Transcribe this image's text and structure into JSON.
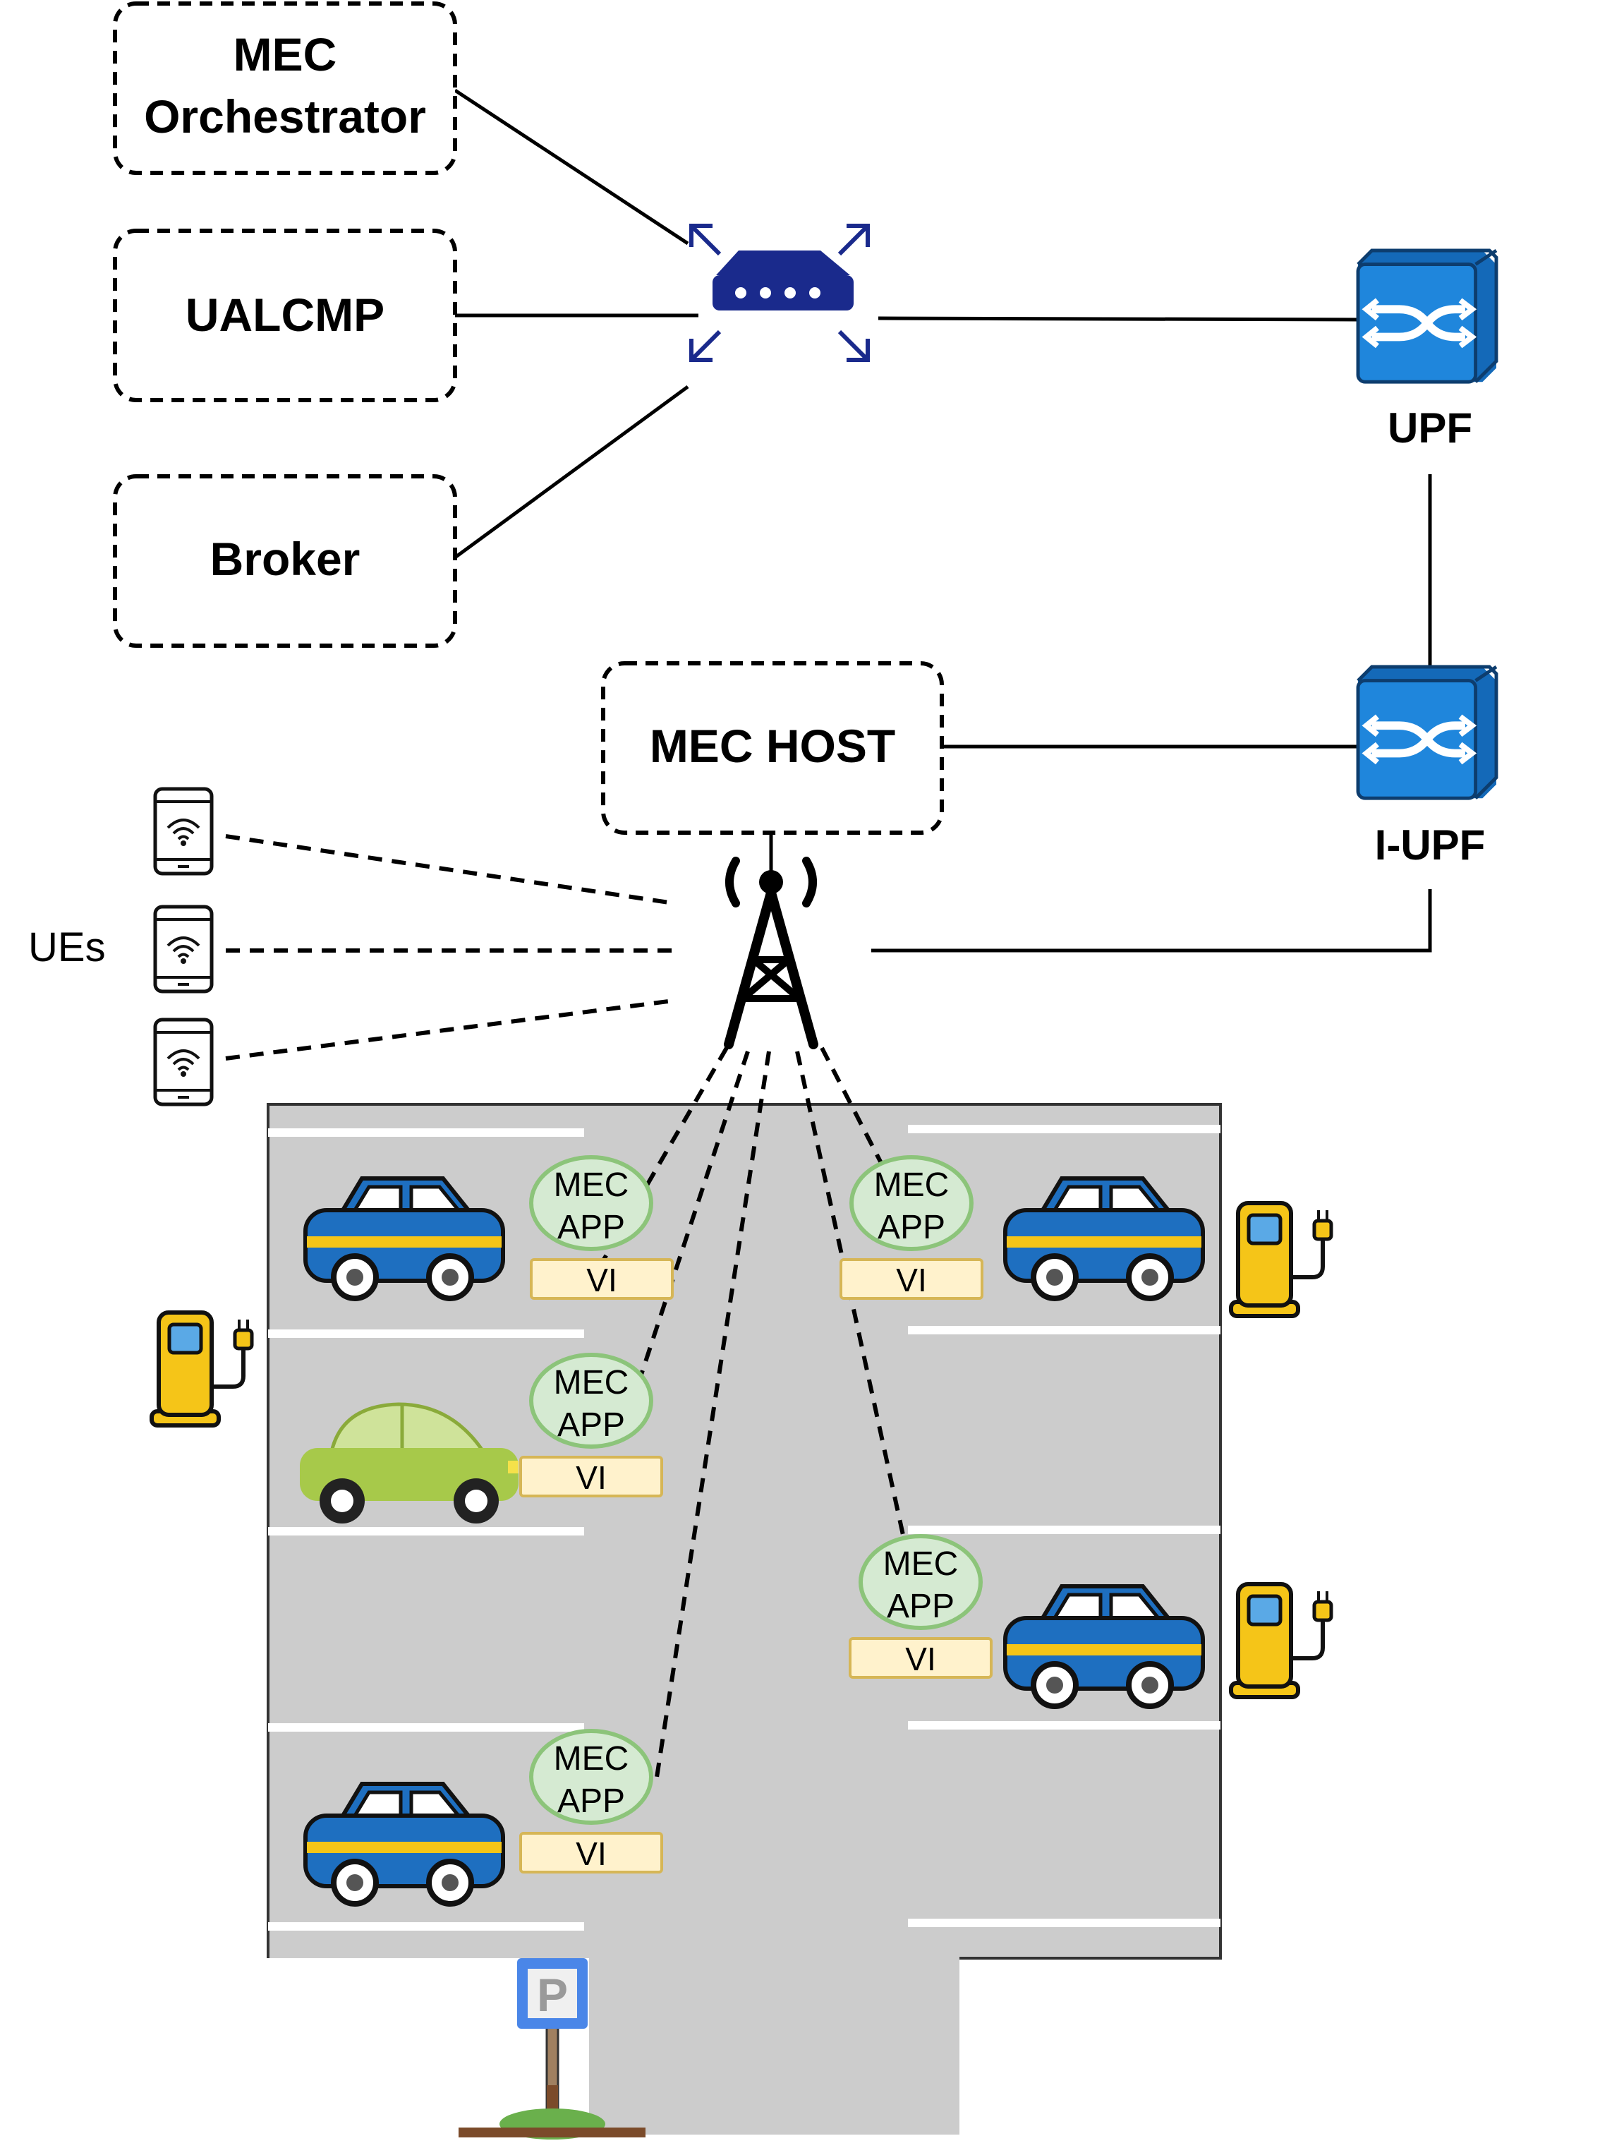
{
  "nodes": {
    "orchestrator": [
      "MEC",
      "Orchestrator"
    ],
    "ualcmp": "UALCMP",
    "broker": "Broker",
    "mec_host": "MEC HOST",
    "upf": "UPF",
    "iupf": "I-UPF",
    "ues": "UEs"
  },
  "mec_app": {
    "line1": "MEC",
    "line2": "APP",
    "vi": "VI"
  },
  "parking_sign": "P",
  "colors": {
    "switch_blue": "#1f7fd6",
    "router_navy": "#1a2a8c",
    "car_blue": "#1e6fc0",
    "car_stripe": "#f5c518",
    "car_green": "#a7c94a",
    "app_circle_fill": "#d5ead2",
    "app_circle_stroke": "#8cc47a",
    "vi_fill": "#fff2cc",
    "vi_stroke": "#d6b656",
    "charger_yellow": "#f5c518",
    "lot_gray": "#cccccc"
  }
}
